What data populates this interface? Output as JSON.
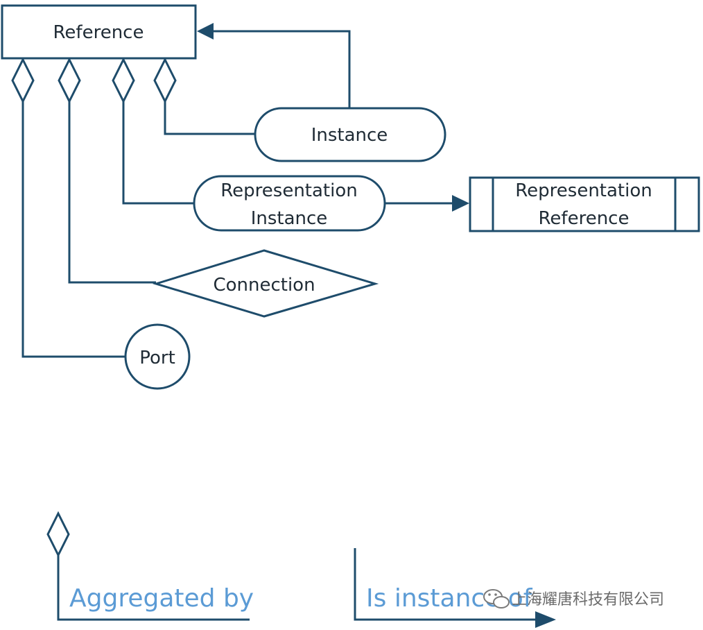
{
  "colors": {
    "stroke": "#1e4c6b",
    "text": "#1f2b35",
    "legend_text": "#5b9bd5",
    "background": "#ffffff"
  },
  "nodes": {
    "reference": {
      "label": "Reference",
      "shape": "rectangle"
    },
    "instance": {
      "label": "Instance",
      "shape": "rounded-rectangle"
    },
    "representation_instance": {
      "line1": "Representation",
      "line2": "Instance",
      "shape": "rounded-rectangle"
    },
    "representation_reference": {
      "line1": "Representation",
      "line2": "Reference",
      "shape": "subprocess-rectangle"
    },
    "connection": {
      "label": "Connection",
      "shape": "diamond"
    },
    "port": {
      "label": "Port",
      "shape": "circle"
    }
  },
  "edges": [
    {
      "from": "instance",
      "to": "reference",
      "type": "is-instance-of"
    },
    {
      "from": "instance",
      "to": "reference",
      "type": "aggregated-by"
    },
    {
      "from": "representation_instance",
      "to": "reference",
      "type": "aggregated-by"
    },
    {
      "from": "representation_instance",
      "to": "representation_reference",
      "type": "is-instance-of"
    },
    {
      "from": "connection",
      "to": "reference",
      "type": "aggregated-by"
    },
    {
      "from": "port",
      "to": "reference",
      "type": "aggregated-by"
    }
  ],
  "legend": {
    "aggregated_by": {
      "label": "Aggregated by",
      "marker": "open-diamond"
    },
    "is_instance_of": {
      "label": "Is instance of",
      "marker": "filled-arrow"
    }
  },
  "watermark": {
    "icon": "wechat-icon",
    "text": "上海耀唐科技有限公司"
  }
}
